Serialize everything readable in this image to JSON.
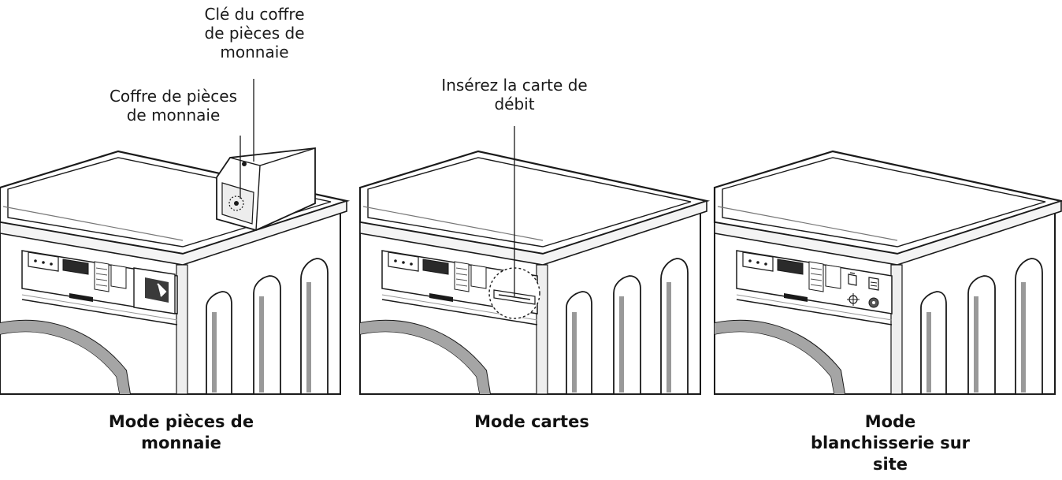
{
  "panels": [
    {
      "caption": [
        "Mode pièces de",
        "monnaie"
      ],
      "callouts": [
        {
          "lines": [
            "Clé du coffre",
            "de pièces de",
            "monnaie"
          ]
        },
        {
          "lines": [
            "Coffre de pièces",
            "de monnaie"
          ]
        }
      ],
      "panel_icons": [
        "coin-slot-icon"
      ]
    },
    {
      "caption": [
        "Mode cartes"
      ],
      "callouts": [
        {
          "lines": [
            "Insérez la carte de",
            "débit"
          ]
        }
      ],
      "panel_icons": [
        "card-reader-icon"
      ]
    },
    {
      "caption": [
        "Mode",
        "blanchisserie sur",
        "site"
      ],
      "callouts": [],
      "panel_icons": [
        "drawer-icon",
        "detergent-icon",
        "temperature-icon",
        "fabric-softener-icon"
      ]
    }
  ],
  "colors": {
    "line": "#1a1a1a",
    "shade": "#9a9a9a",
    "fill": "#ffffff"
  }
}
